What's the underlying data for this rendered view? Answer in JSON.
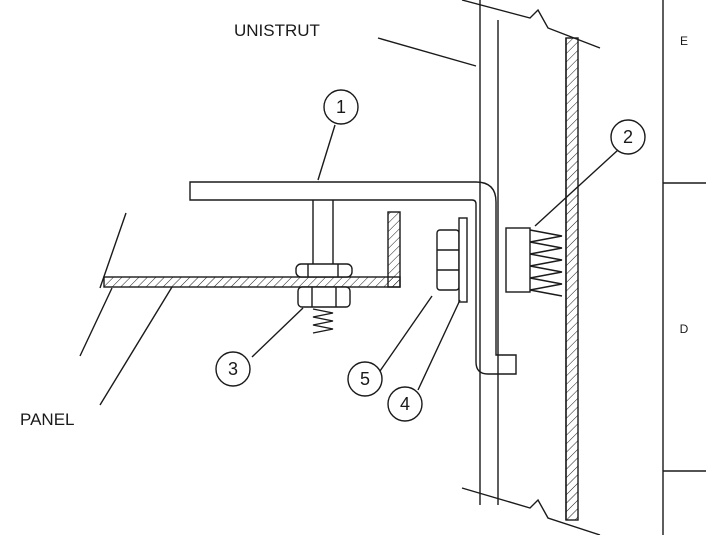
{
  "labels": {
    "unistrut": "UNISTRUT",
    "panel": "PANEL"
  },
  "callouts": [
    "1",
    "2",
    "3",
    "4",
    "5"
  ],
  "border_zones": [
    "E",
    "D"
  ],
  "colors": {
    "ink": "#1a1a1a",
    "paper": "#ffffff"
  }
}
